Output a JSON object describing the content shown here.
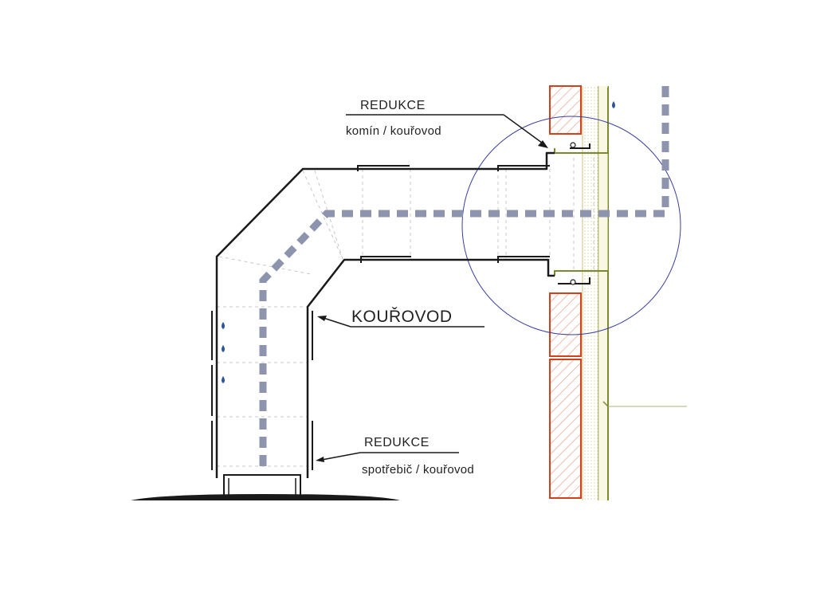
{
  "labels": {
    "reducer_top_title": "REDUKCE",
    "reducer_top_sub": "komín / kouřovod",
    "flue_pipe": "KOUŘOVOD",
    "reducer_bottom_title": "REDUKCE",
    "reducer_bottom_sub": "spotřebič / kouřovod"
  },
  "colors": {
    "pipe_outline": "#1a1a1a",
    "flow_path": "#8e94ad",
    "brick_outline": "#d2401c",
    "brick_hatch": "#e6a08a",
    "wall_liner": "#7b8a2e",
    "wall_liner_fill": "#f6f3cf",
    "detail_circle": "#3a3f9e",
    "condensate_drop": "#2f5597",
    "guide_line": "#a8b47a"
  }
}
